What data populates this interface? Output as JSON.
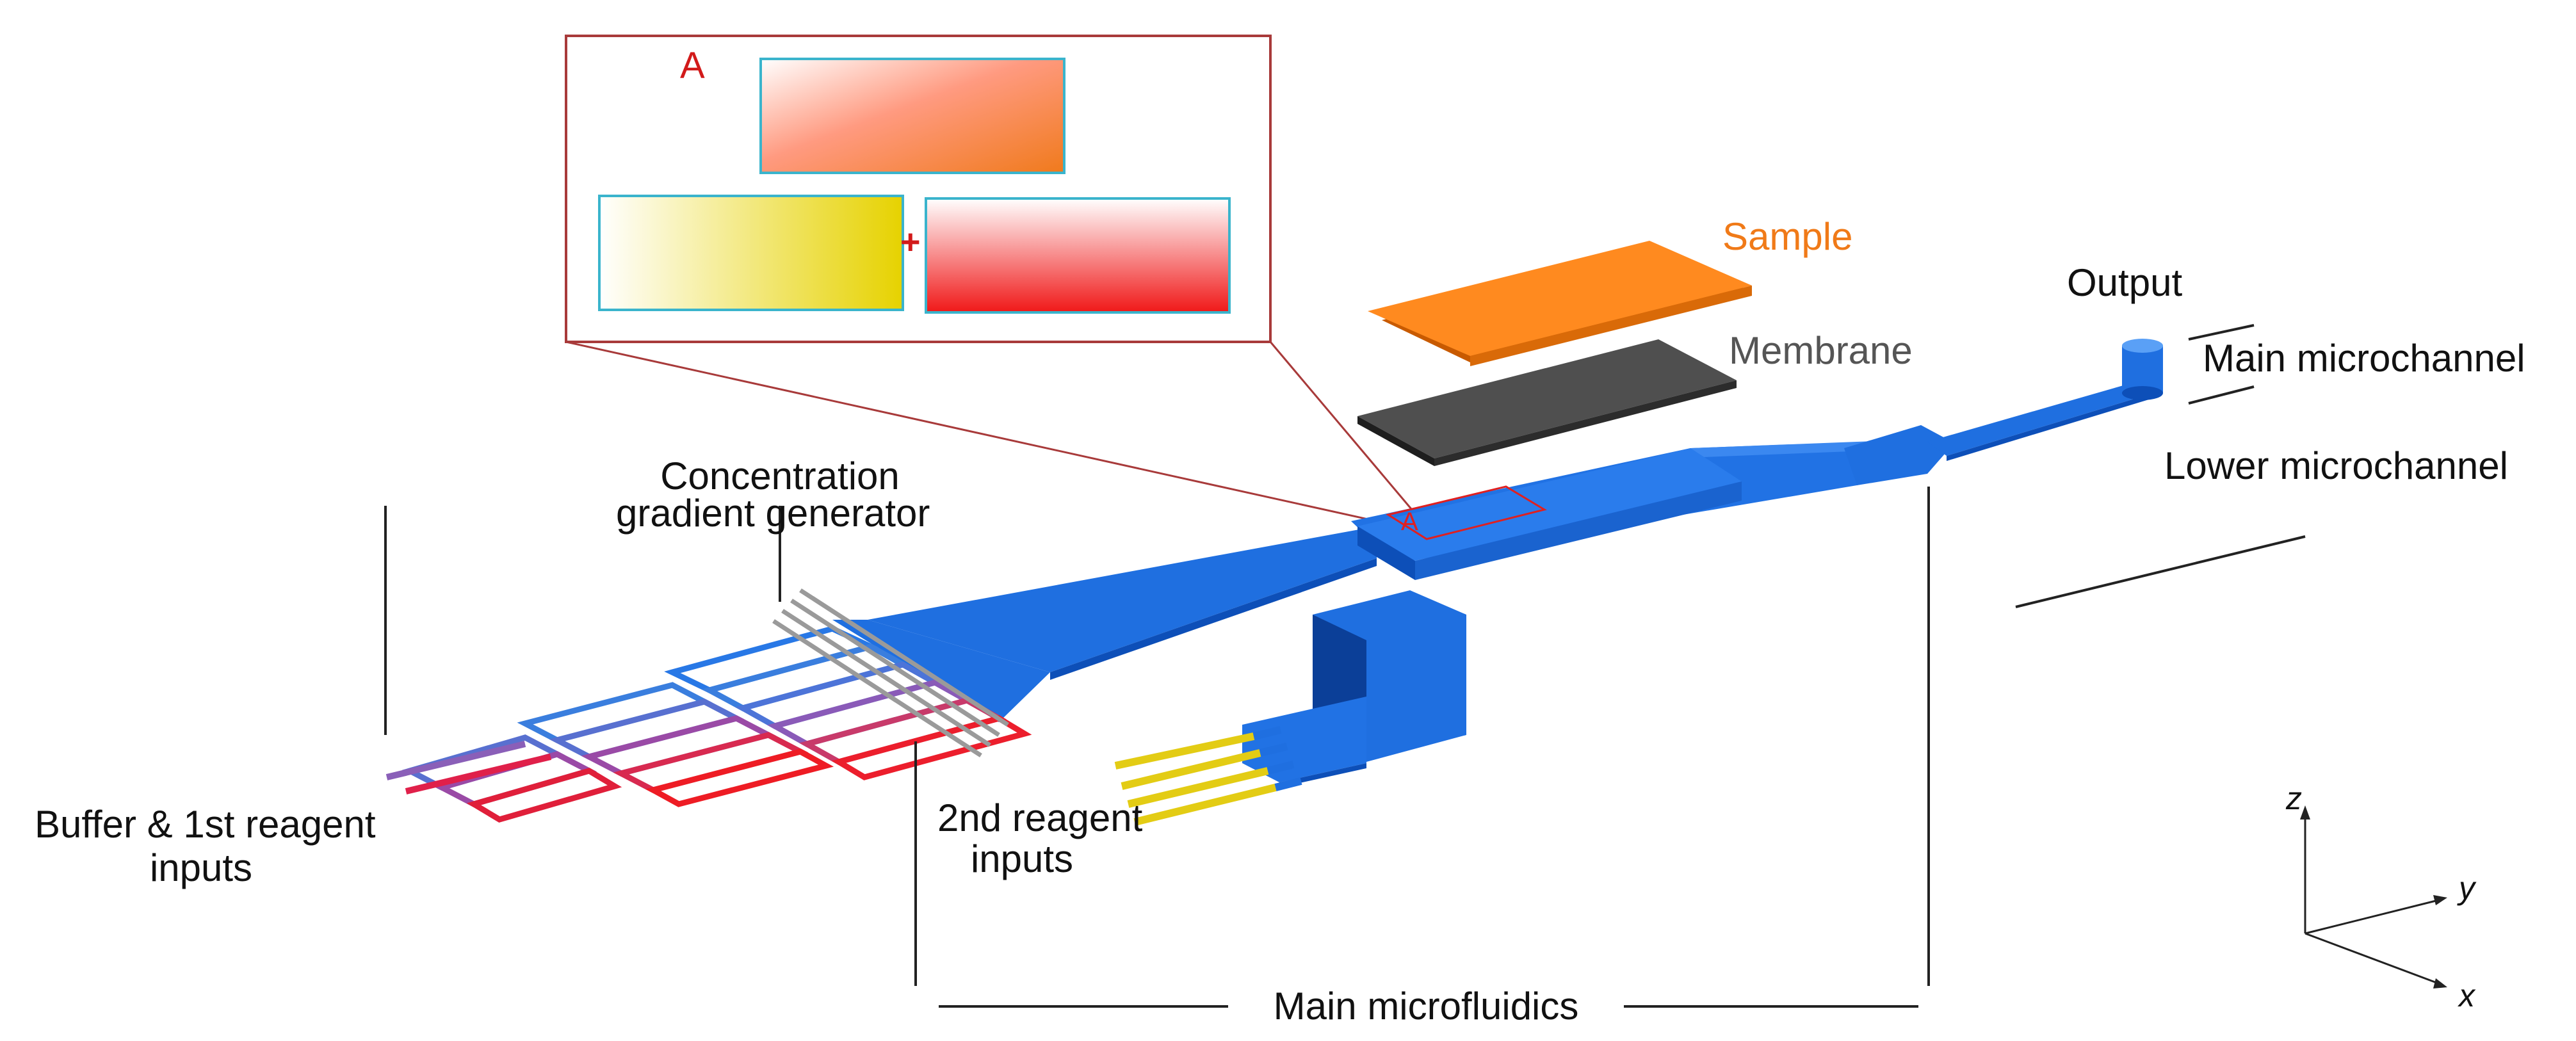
{
  "labels": {
    "inset_letter": "A",
    "inset_plus": "+",
    "sample": "Sample",
    "membrane": "Membrane",
    "output": "Output",
    "main_microchannel": "Main microchannel",
    "lower_microchannel": "Lower microchannel",
    "concentration_line1": "Concentration",
    "concentration_line2": "gradient generator",
    "buffer_line1": "Buffer & 1st reagent",
    "buffer_line2": "inputs",
    "reagent2_line1": "2nd reagent",
    "reagent2_line2": "inputs",
    "main_microfluidics": "Main microfluidics",
    "z_axis": "z",
    "y_axis": "y",
    "x_axis": "x"
  },
  "colors": {
    "channel_blue": "#1f6fe0",
    "channel_dark": "#0b3f98",
    "sample_orange": "#ff8a1f",
    "membrane_gray": "#4f4f4f",
    "inset_border": "#a83a3a",
    "reagent_yellow": "#e3cc14",
    "gradient_red": "#f01818"
  }
}
